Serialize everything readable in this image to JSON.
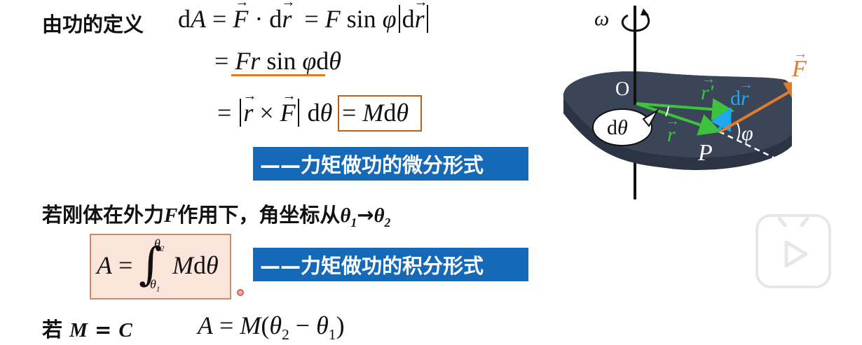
{
  "line1": {
    "label": "由功的定义",
    "expr": "dA = F · dr = F sin φ |dr|"
  },
  "line2": {
    "expr": "= Fr sin φ dθ"
  },
  "line3": {
    "lhs": "= |r × F| dθ",
    "boxed": "= Mdθ"
  },
  "tag_differential": "——力矩做功的微分形式",
  "line4": {
    "text_prefix": "若刚体在外力",
    "text_F": "F",
    "text_mid": "作用下，角坐标从",
    "theta1": "θ₁",
    "arrow": "→",
    "theta2": "θ₂"
  },
  "integral": {
    "lhs": "A = ",
    "upper": "θ₂",
    "lower": "θ₁",
    "integrand": "Mdθ"
  },
  "tag_integral": "——力矩做功的积分形式",
  "line5": {
    "cond": "若 M = C",
    "result_pre": "A = M(θ",
    "sub2": "2",
    "minus": " − θ",
    "sub1": "1",
    "close": ")"
  },
  "diagram": {
    "omega": "ω",
    "origin": "O",
    "F": "F",
    "r_prime": "r'",
    "dr": "dr",
    "r": "r",
    "phi": "φ",
    "P": "P",
    "dtheta": "dθ"
  },
  "colors": {
    "blue_tag": "#1569b6",
    "orange": "#e07b2e",
    "green": "#3cc23c",
    "cyan": "#1ea8f0",
    "plate": "#374254"
  }
}
